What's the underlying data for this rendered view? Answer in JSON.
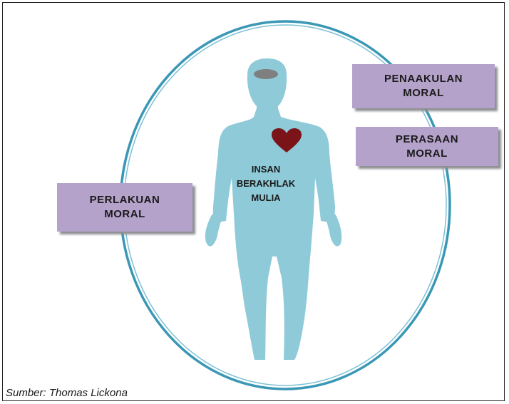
{
  "diagram": {
    "center": [
      "INSAN",
      "BERAKHLAK",
      "MULIA"
    ],
    "boxes": {
      "perlakuan": [
        "PERLAKUAN",
        "MORAL"
      ],
      "penaakulan": [
        "PENAAKULAN",
        "MORAL"
      ],
      "perasaan": [
        "PERASAAN",
        "MORAL"
      ]
    },
    "source": "Sumber: Thomas Lickona"
  },
  "colors": {
    "figure": "#8fcad9",
    "ring": "#3a97b5",
    "box": "#b5a2cb",
    "heart": "#7a1418",
    "head_spot": "#7f7f7f"
  }
}
